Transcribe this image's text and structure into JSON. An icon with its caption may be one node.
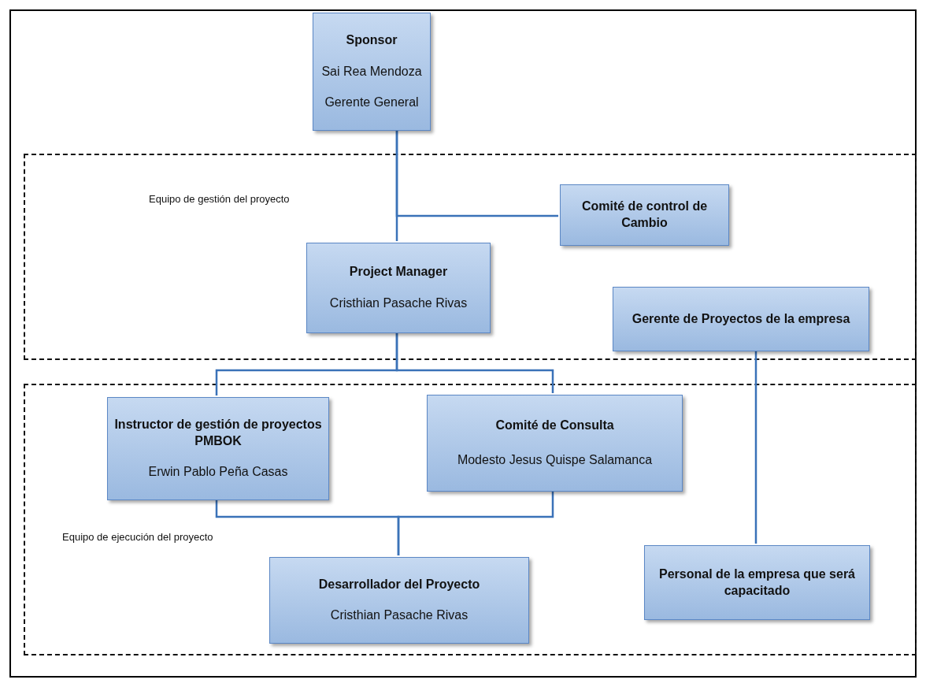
{
  "diagram": {
    "nodes": [
      {
        "text": [
          "Sponsor",
          "Sai Rea Mendoza",
          "Gerente General"
        ]
      },
      {
        "text": [
          "Equipo de gestión del proyecto"
        ]
      },
      {
        "text": [
          "Comité de control de Cambio"
        ],
        "in": 1
      },
      {
        "text": [
          "Project Manager",
          "Cristhian Pasache Rivas"
        ],
        "in": 1
      },
      {
        "text": [
          "Gerente de Proyectos de la empresa"
        ],
        "in": 1
      },
      {
        "text": [
          "Equipo de ejecución del proyecto"
        ]
      },
      {
        "text": [
          "Instructor de gestión de proyectos PMBOK",
          "Erwin Pablo Peña Casas"
        ],
        "in": 5
      },
      {
        "text": [
          "Comité de Consulta",
          "Modesto Jesus Quispe Salamanca"
        ],
        "in": 5
      },
      {
        "text": [
          "Desarrollador del Proyecto",
          "Cristhian Pasache Rivas"
        ],
        "in": 5
      },
      {
        "text": [
          "Personal de la empresa que será capacitado"
        ],
        "in": 5
      }
    ],
    "edges": [
      {
        "from": 0,
        "to": 3,
        "arrow": "none"
      },
      {
        "from": 0,
        "to": 2,
        "arrow": "none"
      },
      {
        "from": 3,
        "to": 6,
        "arrow": "none"
      },
      {
        "from": 3,
        "to": 7,
        "arrow": "none"
      },
      {
        "from": 6,
        "to": 8,
        "arrow": "none"
      },
      {
        "from": 7,
        "to": 8,
        "arrow": "none"
      },
      {
        "from": 4,
        "to": 9,
        "arrow": "none"
      }
    ]
  }
}
